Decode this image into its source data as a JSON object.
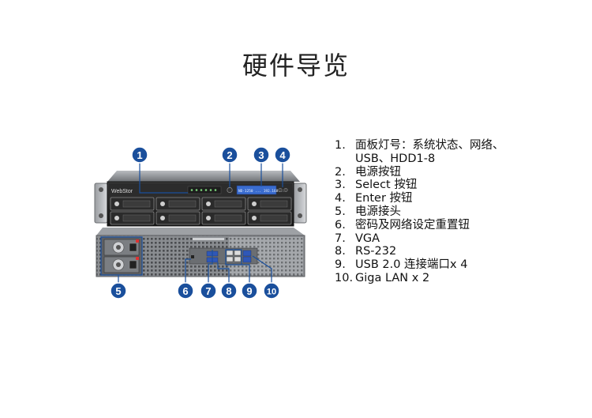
{
  "title": "硬件导览",
  "front_panel_brand": "WebStor",
  "front_lcd_text": "ND-1250 ... 192.168...",
  "callouts": [
    "1",
    "2",
    "3",
    "4",
    "5",
    "6",
    "7",
    "8",
    "9",
    "10"
  ],
  "legend": [
    {
      "num": "1.",
      "text": "面板灯号：系统状态、网络、USB、HDD1-8"
    },
    {
      "num": "2.",
      "text": "电源按钮"
    },
    {
      "num": "3.",
      "text": "Select 按钮"
    },
    {
      "num": "4.",
      "text": "Enter 按钮"
    },
    {
      "num": "5.",
      "text": "电源接头"
    },
    {
      "num": "6.",
      "text": "密码及网络设定重置钮"
    },
    {
      "num": "7.",
      "text": "VGA"
    },
    {
      "num": "8.",
      "text": "RS-232"
    },
    {
      "num": "9.",
      "text": "USB 2.0 连接端口x 4"
    },
    {
      "num": "10.",
      "text": "Giga LAN x 2"
    }
  ],
  "colors": {
    "callout": "#1a4f9c",
    "chassis": "#8c8f93",
    "panel_dark": "#2a2a2a"
  }
}
